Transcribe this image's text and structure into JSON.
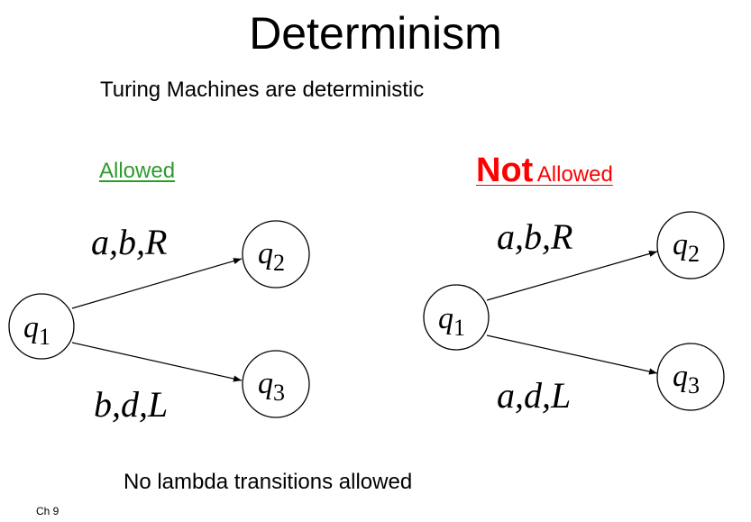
{
  "title": "Determinism",
  "subtitle": "Turing Machines are deterministic",
  "footer": "No lambda transitions allowed",
  "chapter": "Ch 9",
  "colors": {
    "allowed": "#2e9b2e",
    "not_allowed": "#ff0000"
  },
  "left": {
    "heading": "Allowed",
    "states": [
      {
        "symbol": "q",
        "sub": "1"
      },
      {
        "symbol": "q",
        "sub": "2"
      },
      {
        "symbol": "q",
        "sub": "3"
      }
    ],
    "edges": [
      {
        "label": "a,b,R"
      },
      {
        "label": "b,d,L"
      }
    ]
  },
  "right": {
    "heading_emphasis": "Not",
    "heading_rest": "Allowed",
    "states": [
      {
        "symbol": "q",
        "sub": "1"
      },
      {
        "symbol": "q",
        "sub": "2"
      },
      {
        "symbol": "q",
        "sub": "3"
      }
    ],
    "edges": [
      {
        "label": "a,b,R"
      },
      {
        "label": "a,d,L"
      }
    ]
  }
}
